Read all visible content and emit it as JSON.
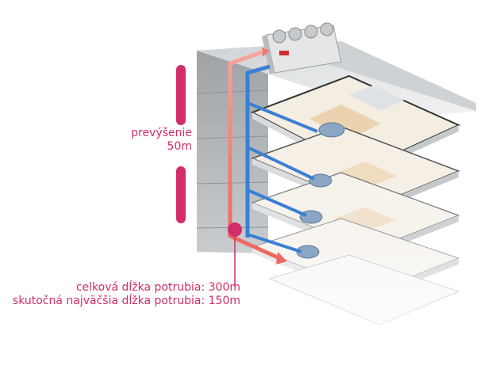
{
  "colors": {
    "accent": "#d22c6a",
    "refrigerant_hot": "#f07870",
    "refrigerant_cold": "#3b7fd4",
    "building_wall": "#a9acae",
    "floor_slab": "#e9ecee"
  },
  "height_annotation": {
    "line1": "prevýšenie",
    "line2": "50m"
  },
  "pipe_annotation": {
    "line1": "celková dĺžka potrubia: 300m",
    "line2": "skutočná najväčšia dĺžka potrubia: 150m"
  },
  "icons": {
    "outdoor_unit": "outdoor-unit-icon",
    "indoor_unit": "indoor-unit-icon",
    "marker": "pipe-origin-dot-icon"
  }
}
